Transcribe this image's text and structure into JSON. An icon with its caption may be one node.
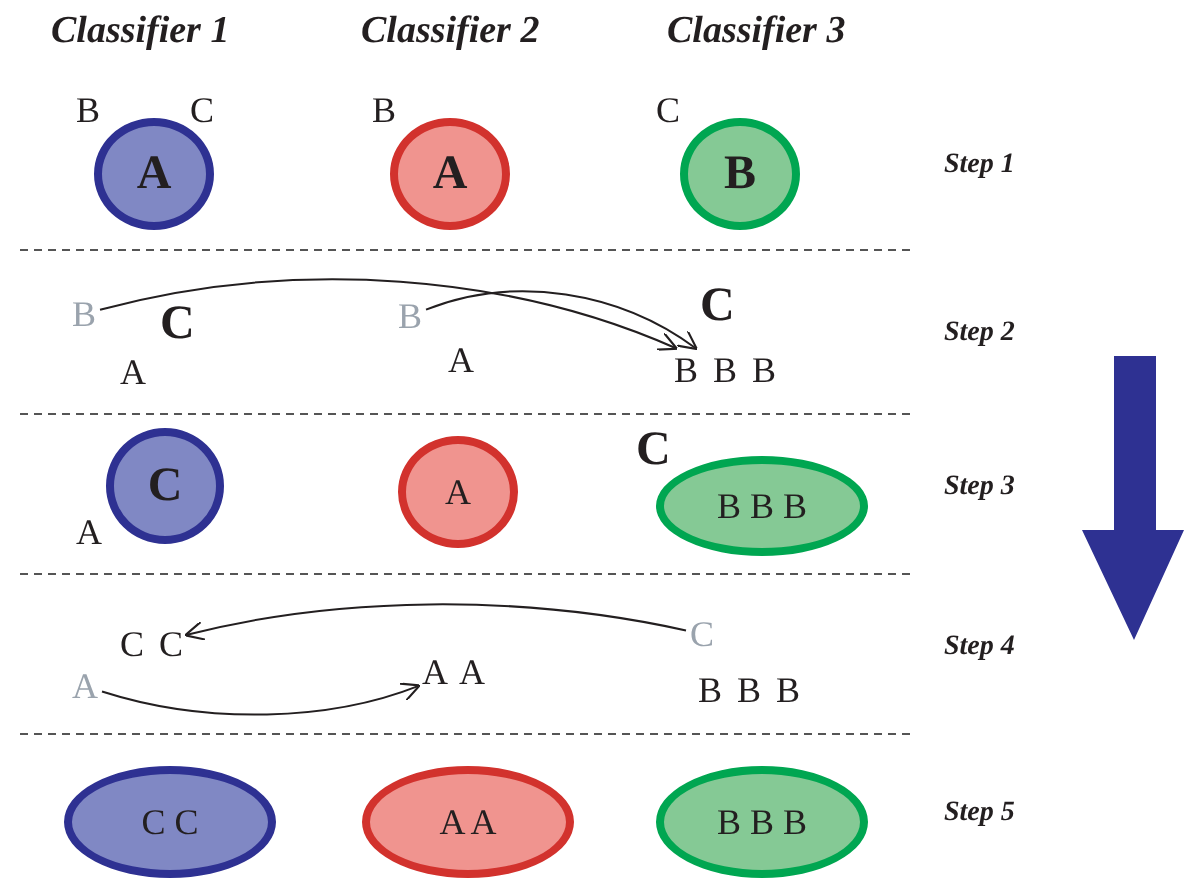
{
  "diagram": {
    "nodes": [
      {
        "text": [
          "A"
        ]
      },
      {
        "text": [
          "A"
        ]
      },
      {
        "text": [
          "B"
        ]
      },
      {
        "text": [
          "B"
        ]
      },
      {
        "text": [
          "B"
        ]
      },
      {
        "text": [
          "B B B"
        ]
      },
      {
        "text": [
          "C"
        ]
      },
      {
        "text": [
          "A"
        ]
      },
      {
        "text": [
          "B B B"
        ]
      },
      {
        "text": [
          "C C"
        ]
      },
      {
        "text": [
          "C"
        ]
      },
      {
        "text": [
          "A"
        ]
      },
      {
        "text": [
          "A A"
        ]
      },
      {
        "text": [
          "C C"
        ]
      },
      {
        "text": [
          "A A"
        ]
      },
      {
        "text": [
          "B B B"
        ]
      }
    ],
    "edges": [
      {
        "from": 3,
        "to": 5,
        "arrow": "to"
      },
      {
        "from": 4,
        "to": 5,
        "arrow": "to"
      },
      {
        "from": 10,
        "to": 9,
        "arrow": "to"
      },
      {
        "from": 11,
        "to": 12,
        "arrow": "to"
      }
    ],
    "labels": [
      "Classifier 1",
      "Classifier 2",
      "Classifier 3",
      "B",
      "C",
      "B",
      "C",
      "Step 1",
      "C",
      "C",
      "Step 2",
      "A",
      "A",
      "C",
      "Step 3",
      "A",
      "Step 4",
      "B B B",
      "Step 5"
    ]
  }
}
